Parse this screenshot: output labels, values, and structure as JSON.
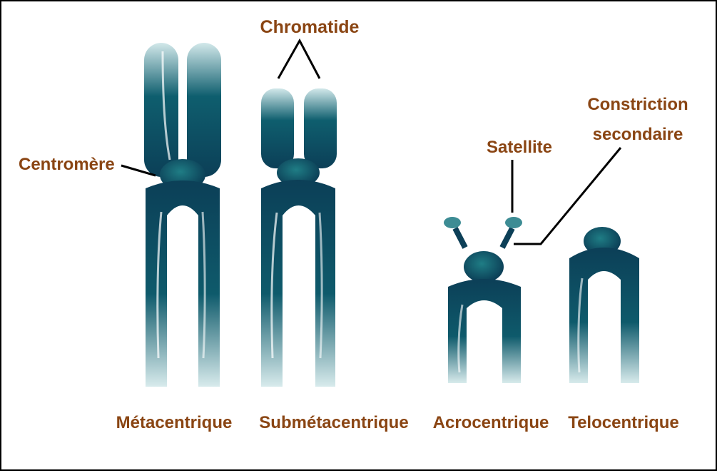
{
  "labels": {
    "chromatide": "Chromatide",
    "centromere": "Centromère",
    "satellite": "Satellite",
    "constriction_line1": "Constriction",
    "constriction_line2": "secondaire"
  },
  "types": [
    {
      "name": "Métacentrique"
    },
    {
      "name": "Submétacentrique"
    },
    {
      "name": "Acrocentrique"
    },
    {
      "name": "Telocentrique"
    }
  ],
  "colors": {
    "label_text": "#8a4513",
    "chromosome_dark": "#0c3f57",
    "chromosome_mid": "#0e6170",
    "chromosome_fade": "#cfe4e6",
    "leader_line": "#000000",
    "border": "#000000"
  }
}
